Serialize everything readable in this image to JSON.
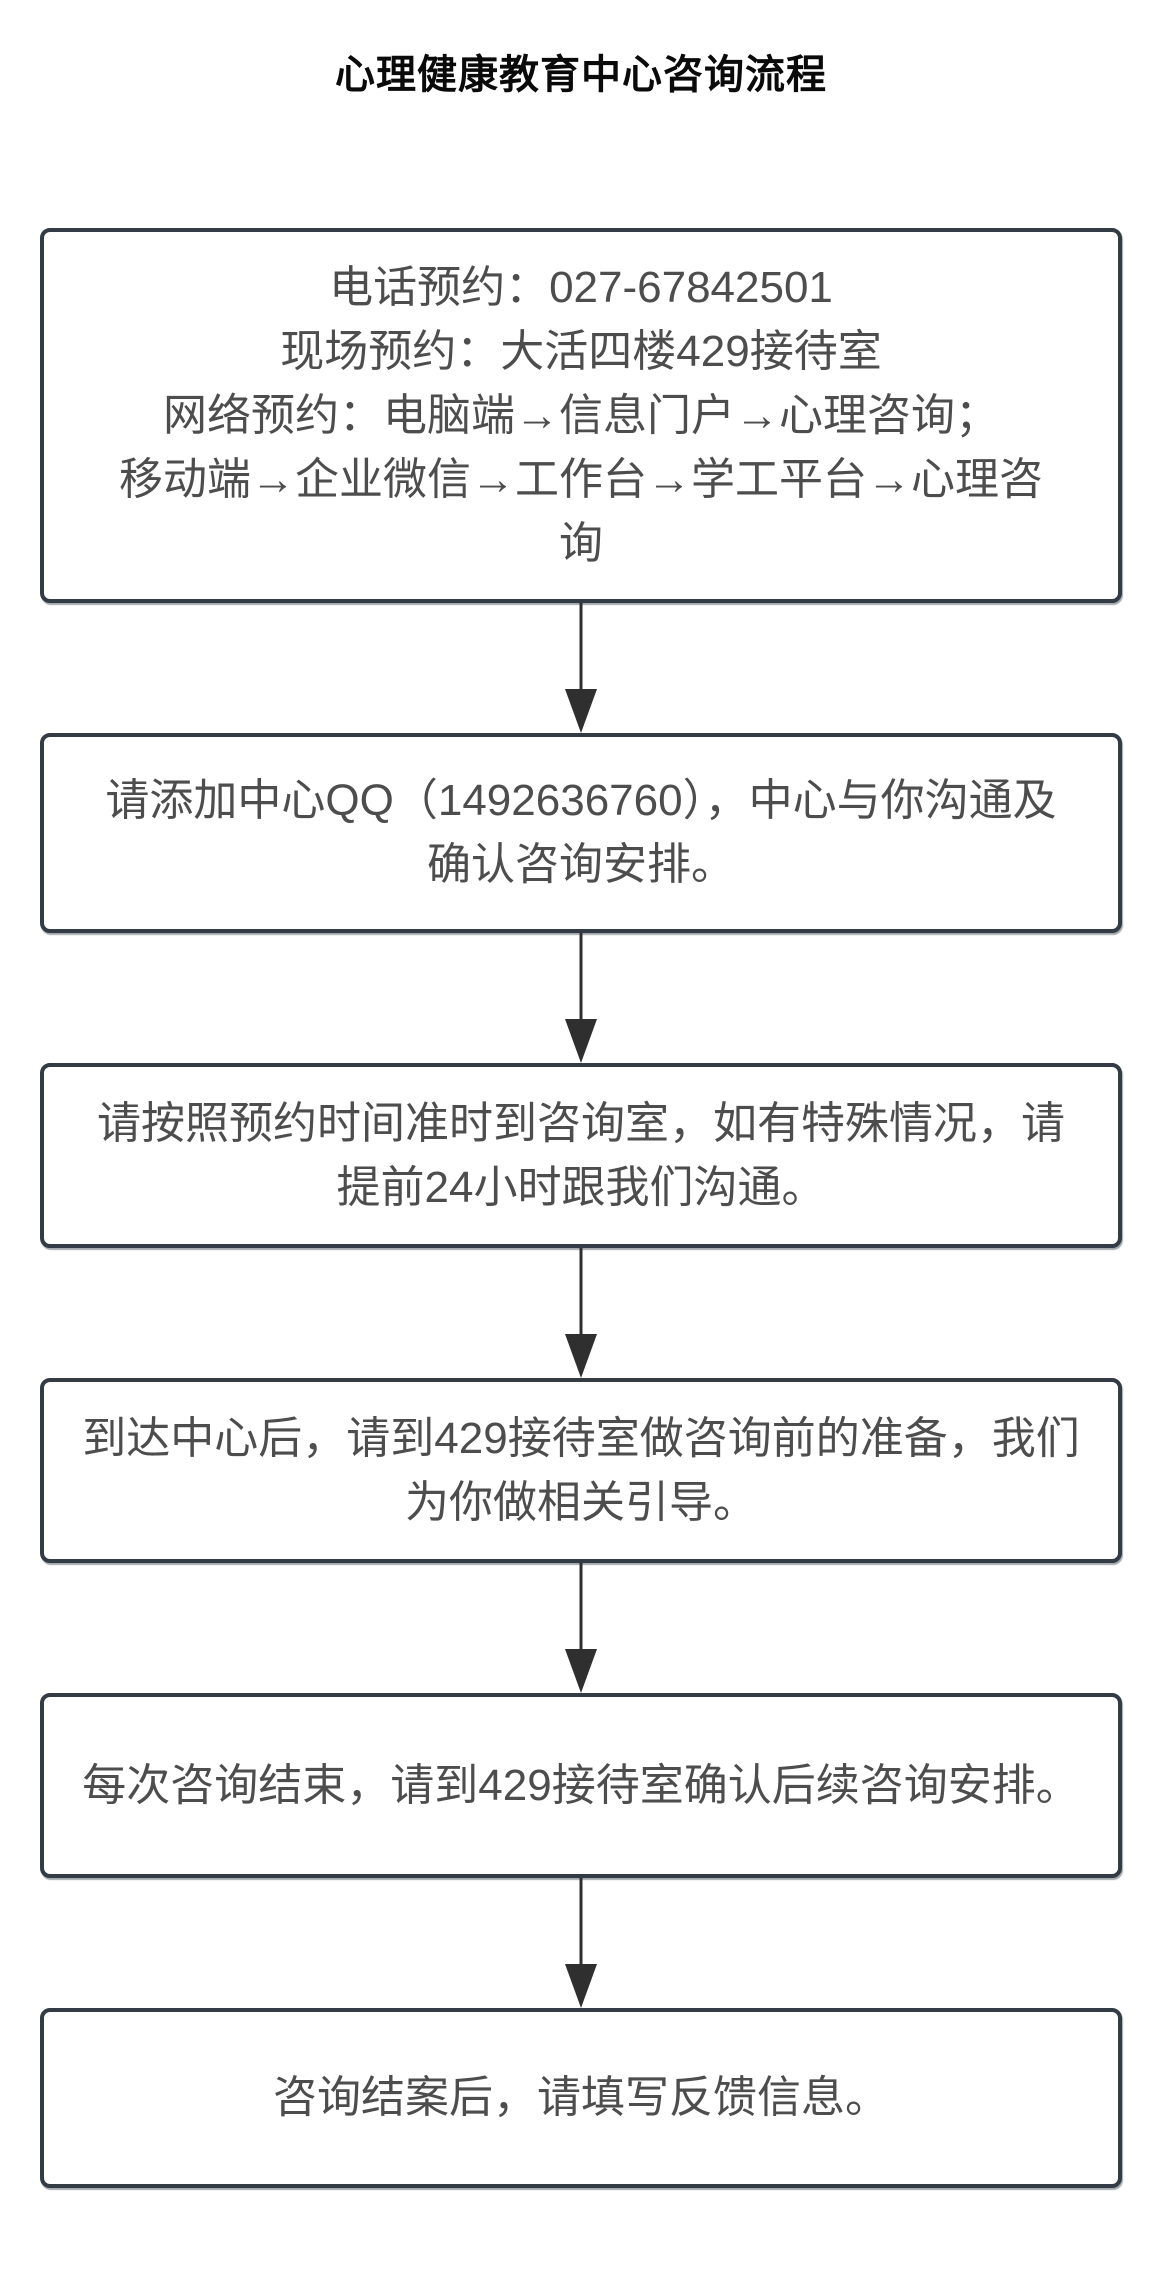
{
  "title": "心理健康教育中心咨询流程",
  "colors": {
    "background": "#ffffff",
    "node_fill": "#ffffff",
    "node_border": "#333b44",
    "node_text": "#4d4d4d",
    "arrow": "#2f2f2f",
    "title_text": "#0a0a0a"
  },
  "flowchart": {
    "direction": "top-to-bottom",
    "nodes": [
      {
        "name": "step-1-appointment-channels",
        "display_lines": [
          "电话预约：027-67842501",
          "现场预约：大活四楼429接待室",
          "网络预约：电脑端→信息门户→心理咨询；",
          "移动端→企业微信→工作台→学工平台→心理咨",
          "询"
        ]
      },
      {
        "name": "step-2-add-center-qq",
        "display_lines": [
          "请添加中心QQ（1492636760），中心与你沟通及",
          "确认咨询安排。"
        ]
      },
      {
        "name": "step-3-arrive-on-time",
        "display_lines": [
          "请按照预约时间准时到咨询室，如有特殊情况，请",
          "提前24小时跟我们沟通。"
        ]
      },
      {
        "name": "step-4-reception-preparation",
        "display_lines": [
          "到达中心后，请到429接待室做咨询前的准备，我们",
          "为你做相关引导。"
        ]
      },
      {
        "name": "step-5-confirm-followup",
        "display_lines": [
          "每次咨询结束，请到429接待室确认后续咨询安排。"
        ]
      },
      {
        "name": "step-6-feedback",
        "display_lines": [
          "咨询结案后，请填写反馈信息。"
        ]
      }
    ]
  }
}
